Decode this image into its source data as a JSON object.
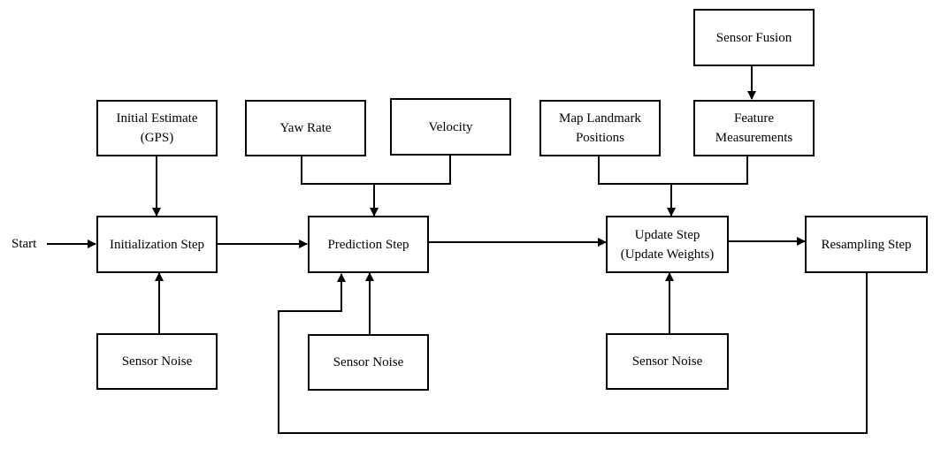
{
  "start_label": "Start",
  "boxes": {
    "initial_estimate": {
      "line1": "Initial Estimate",
      "line2": "(GPS)"
    },
    "initialization": {
      "line1": "Initialization Step"
    },
    "sensor_noise_1": {
      "line1": "Sensor Noise"
    },
    "yaw_rate": {
      "line1": "Yaw Rate"
    },
    "velocity": {
      "line1": "Velocity"
    },
    "prediction": {
      "line1": "Prediction Step"
    },
    "sensor_noise_2": {
      "line1": "Sensor Noise"
    },
    "map_landmark": {
      "line1": "Map Landmark",
      "line2": "Positions"
    },
    "sensor_fusion": {
      "line1": "Sensor Fusion"
    },
    "feature_measurements": {
      "line1": "Feature",
      "line2": "Measurements"
    },
    "update": {
      "line1": "Update Step",
      "line2": "(Update Weights)"
    },
    "sensor_noise_3": {
      "line1": "Sensor Noise"
    },
    "resampling": {
      "line1": "Resampling Step"
    }
  }
}
